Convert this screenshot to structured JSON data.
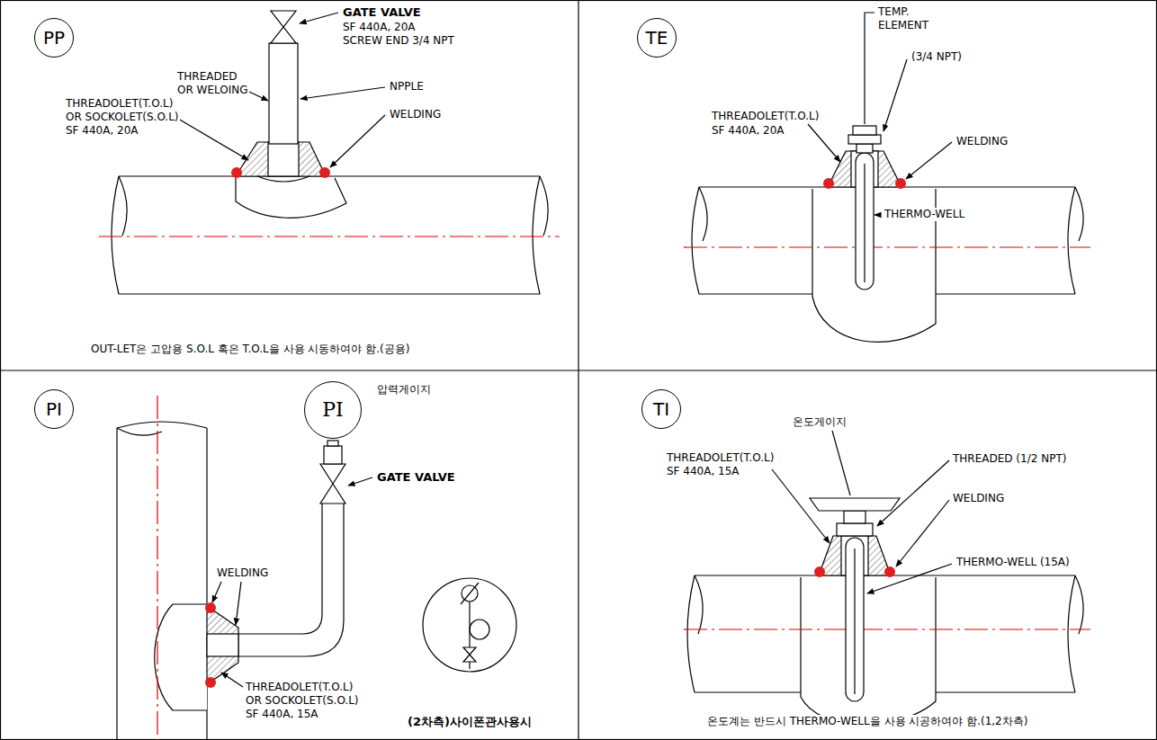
{
  "diagram": {
    "nodes": [
      {
        "text": [
          "PP"
        ]
      },
      {
        "text": [
          "TE"
        ]
      },
      {
        "text": [
          "PI"
        ]
      },
      {
        "text": [
          "PI"
        ]
      },
      {
        "text": [
          "TI"
        ]
      }
    ],
    "labels": [
      "GATE VALVE",
      "SF 440A, 20A",
      "SCREW END 3/4 NPT",
      "THREADED",
      "OR WELOING",
      "THREADOLET(T.O.L)",
      "OR SOCKOLET(S.O.L)",
      "SF 440A, 20A",
      "NPPLE",
      "WELDING",
      "OUT-LET은 고압용 S.O.L 혹은 T.O.L을 사용 시동하여야 함.(공용)",
      "TEMP.",
      "ELEMENT",
      "(3/4 NPT)",
      "THREADOLET(T.O.L)",
      "SF 440A, 20A",
      "WELDING",
      "THERMO-WELL",
      "압력게이지",
      "GATE VALVE",
      "WELDING",
      "THREADOLET(T.O.L)",
      "OR SOCKOLET(S.O.L)",
      "SF 440A, 15A",
      "(2차측)사이폰관사용시",
      "온도게이지",
      "THREADOLET(T.O.L)",
      "SF 440A, 15A",
      "THREADED (1/2 NPT)",
      "WELDING",
      "THERMO-WELL (15A)",
      "온도계는 반드시 THERMO-WELL을 사용 시공하여야 함.(1,2차측)"
    ]
  }
}
